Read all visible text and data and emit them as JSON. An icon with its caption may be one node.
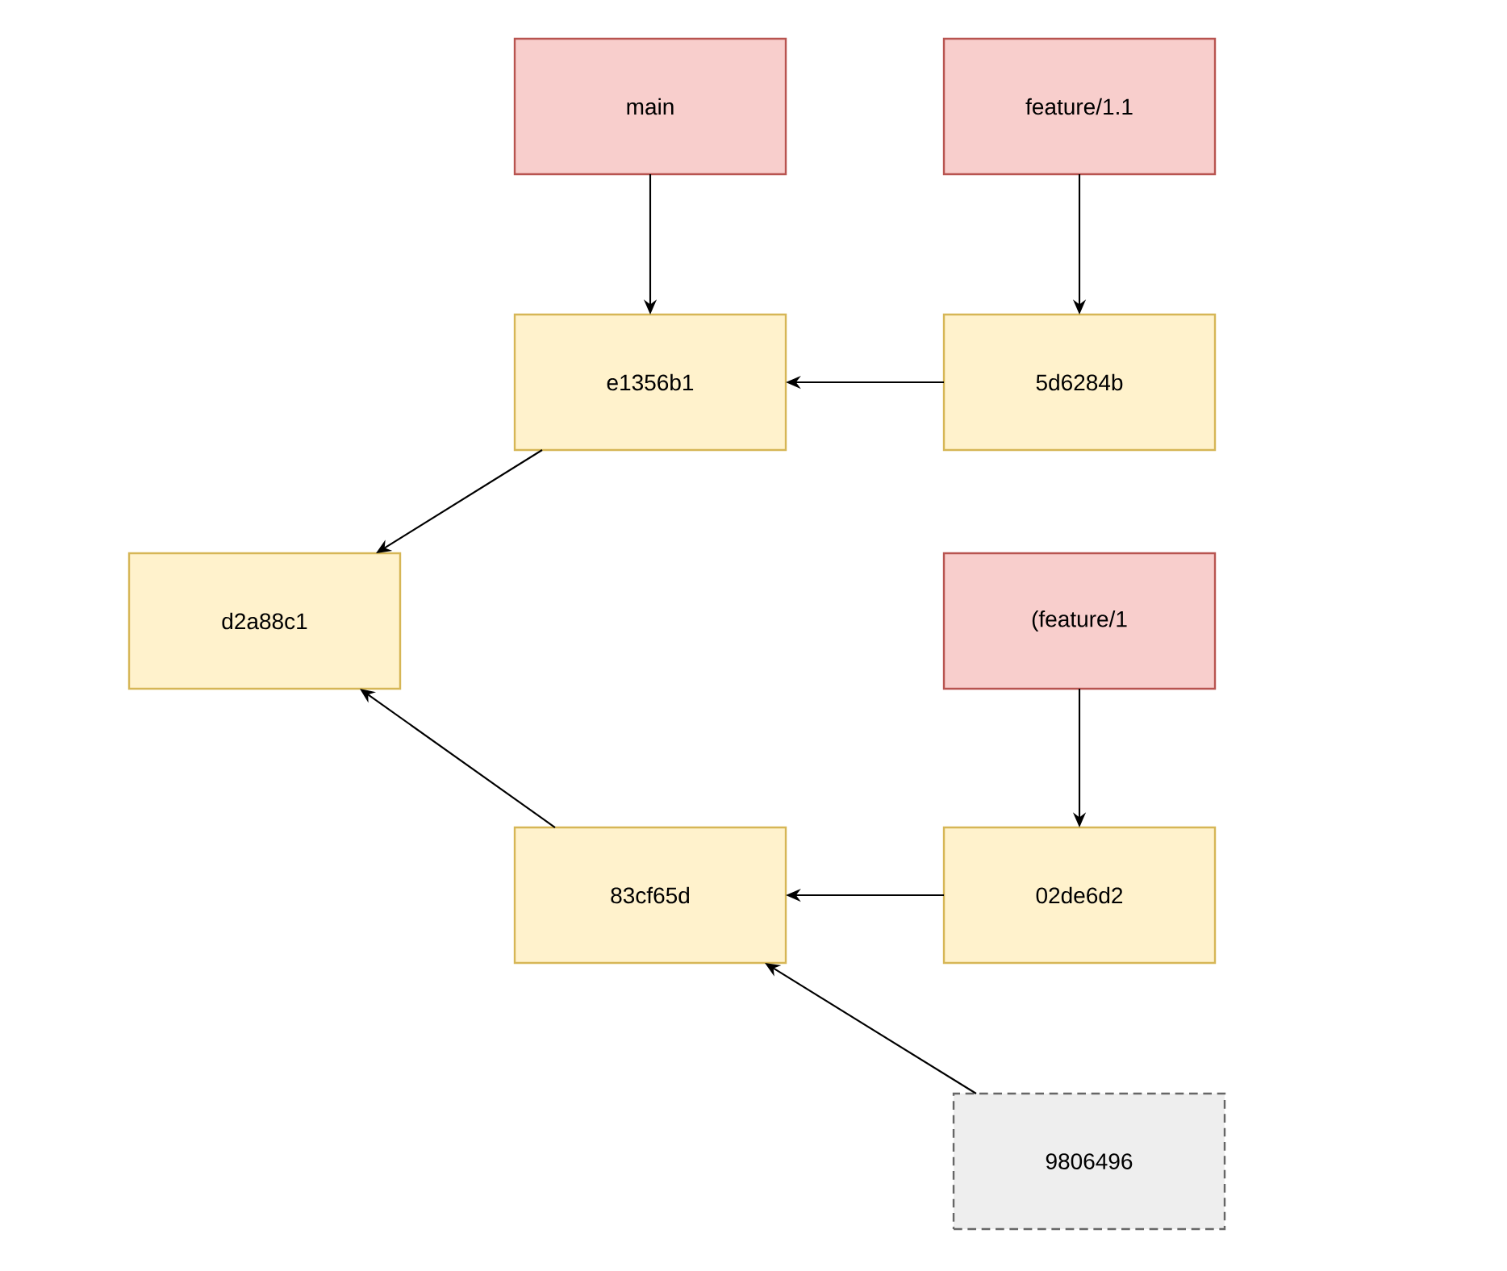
{
  "diagram": {
    "nodes": [
      {
        "text": [
          "main"
        ]
      },
      {
        "text": [
          "feature/1.1"
        ]
      },
      {
        "text": [
          "e1356b1"
        ]
      },
      {
        "text": [
          "5d6284b"
        ]
      },
      {
        "text": [
          "d2a88c1"
        ]
      },
      {
        "text": [
          "(feature/1"
        ]
      },
      {
        "text": [
          "83cf65d"
        ]
      },
      {
        "text": [
          "02de6d2"
        ]
      },
      {
        "text": [
          "9806496"
        ]
      }
    ],
    "edges": [
      {
        "from": 0,
        "to": 2,
        "arrow": "to"
      },
      {
        "from": 1,
        "to": 3,
        "arrow": "to"
      },
      {
        "from": 3,
        "to": 2,
        "arrow": "to"
      },
      {
        "from": 2,
        "to": 4,
        "arrow": "to"
      },
      {
        "from": 6,
        "to": 4,
        "arrow": "to"
      },
      {
        "from": 5,
        "to": 7,
        "arrow": "to"
      },
      {
        "from": 7,
        "to": 6,
        "arrow": "to"
      },
      {
        "from": 8,
        "to": 6,
        "arrow": "to"
      }
    ]
  }
}
